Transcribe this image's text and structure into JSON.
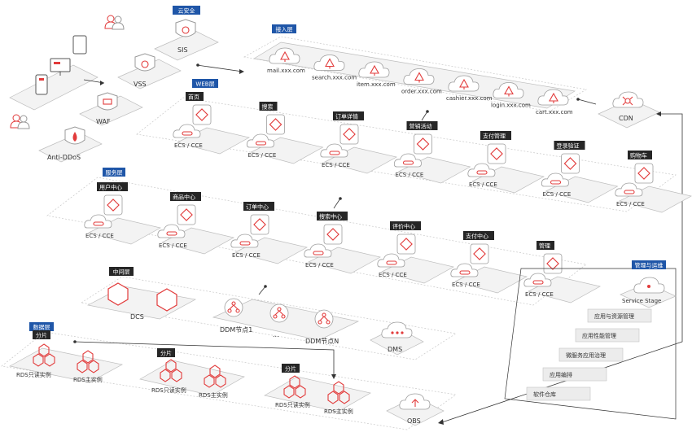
{
  "tags": {
    "cloud_security": "云安全",
    "access": "接入层",
    "web": "WEB层",
    "service": "服务层",
    "middle": "中间层",
    "data": "数据层",
    "ops": "管理与运维",
    "shard1": "分片",
    "shard2": "分片",
    "shard3": "分片"
  },
  "security": {
    "sis": "SIS",
    "vss": "VSS",
    "waf": "WAF",
    "anti_ddos": "Anti-DDoS"
  },
  "access_domains": [
    "mail.xxx.com",
    "search.xxx.com",
    "item.xxx.com",
    "order.xxx.com",
    "cashier.xxx.com",
    "login.xxx.com",
    "cart.xxx.com"
  ],
  "cdn": "CDN",
  "web_nodes": [
    {
      "title": "首页",
      "sub": "ECS / CCE"
    },
    {
      "title": "搜索",
      "sub": "ECS / CCE"
    },
    {
      "title": "订单详情",
      "sub": "ECS / CCE"
    },
    {
      "title": "营销活动",
      "sub": "ECS / CCE"
    },
    {
      "title": "支付管理",
      "sub": "ECS / CCE"
    },
    {
      "title": "登录验证",
      "sub": "ECS / CCE"
    },
    {
      "title": "购物车",
      "sub": "ECS / CCE"
    }
  ],
  "service_nodes": [
    {
      "title": "用户中心",
      "sub": "ECS / CCE"
    },
    {
      "title": "商品中心",
      "sub": "ECS / CCE"
    },
    {
      "title": "订单中心",
      "sub": "ECS / CCE"
    },
    {
      "title": "搜索中心",
      "sub": "ECS / CCE"
    },
    {
      "title": "评价中心",
      "sub": "ECS / CCE"
    },
    {
      "title": "支付中心",
      "sub": "ECS / CCE"
    },
    {
      "title": "管理",
      "sub": "ECS / CCE"
    }
  ],
  "middle": {
    "dcs": "DCS",
    "ddm1": "DDM节点1",
    "ellipsis": "...",
    "ddmn": "DDM节点N",
    "dms": "DMS"
  },
  "data": {
    "rds_ro_1": "RDS只读实例",
    "rds_main_1": "RDS主实例",
    "rds_ro_2": "RDS只读实例",
    "rds_main_2": "RDS主实例",
    "rds_ro_3": "RDS只读实例",
    "rds_main_3": "RDS主实例",
    "obs": "OBS"
  },
  "ops": {
    "service_stage": "Service Stage",
    "items": [
      "应用与资源管理",
      "应用性能管理",
      "微服务应用治理",
      "应用编排",
      "软件仓库"
    ]
  },
  "colors": {
    "accent": "#e23b3b",
    "tag_blue": "#1f56a8",
    "tag_dark": "#262626"
  }
}
